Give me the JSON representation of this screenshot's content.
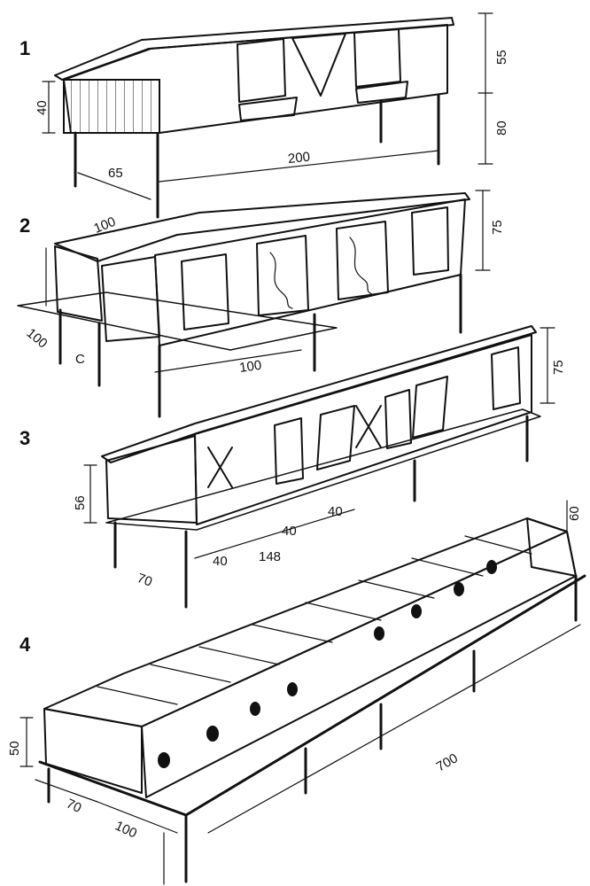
{
  "figures": [
    {
      "number": "1",
      "dimensions": {
        "roof_height": "55",
        "front_height": "40",
        "leg_height": "80",
        "width": "200",
        "depth": "65"
      }
    },
    {
      "number": "2",
      "dimensions": {
        "height": "75",
        "top_depth": "100",
        "side_depth": "100",
        "section_width": "100",
        "offset": "C"
      }
    },
    {
      "number": "3",
      "dimensions": {
        "height": "75",
        "front_height": "56",
        "depth": "70",
        "total_width": "148",
        "cell_a": "40",
        "cell_b": "40",
        "cell_c": "40"
      }
    },
    {
      "number": "4",
      "dimensions": {
        "height_right": "60",
        "height_left": "50",
        "length": "700",
        "depth_a": "70",
        "depth_b": "100"
      }
    }
  ]
}
